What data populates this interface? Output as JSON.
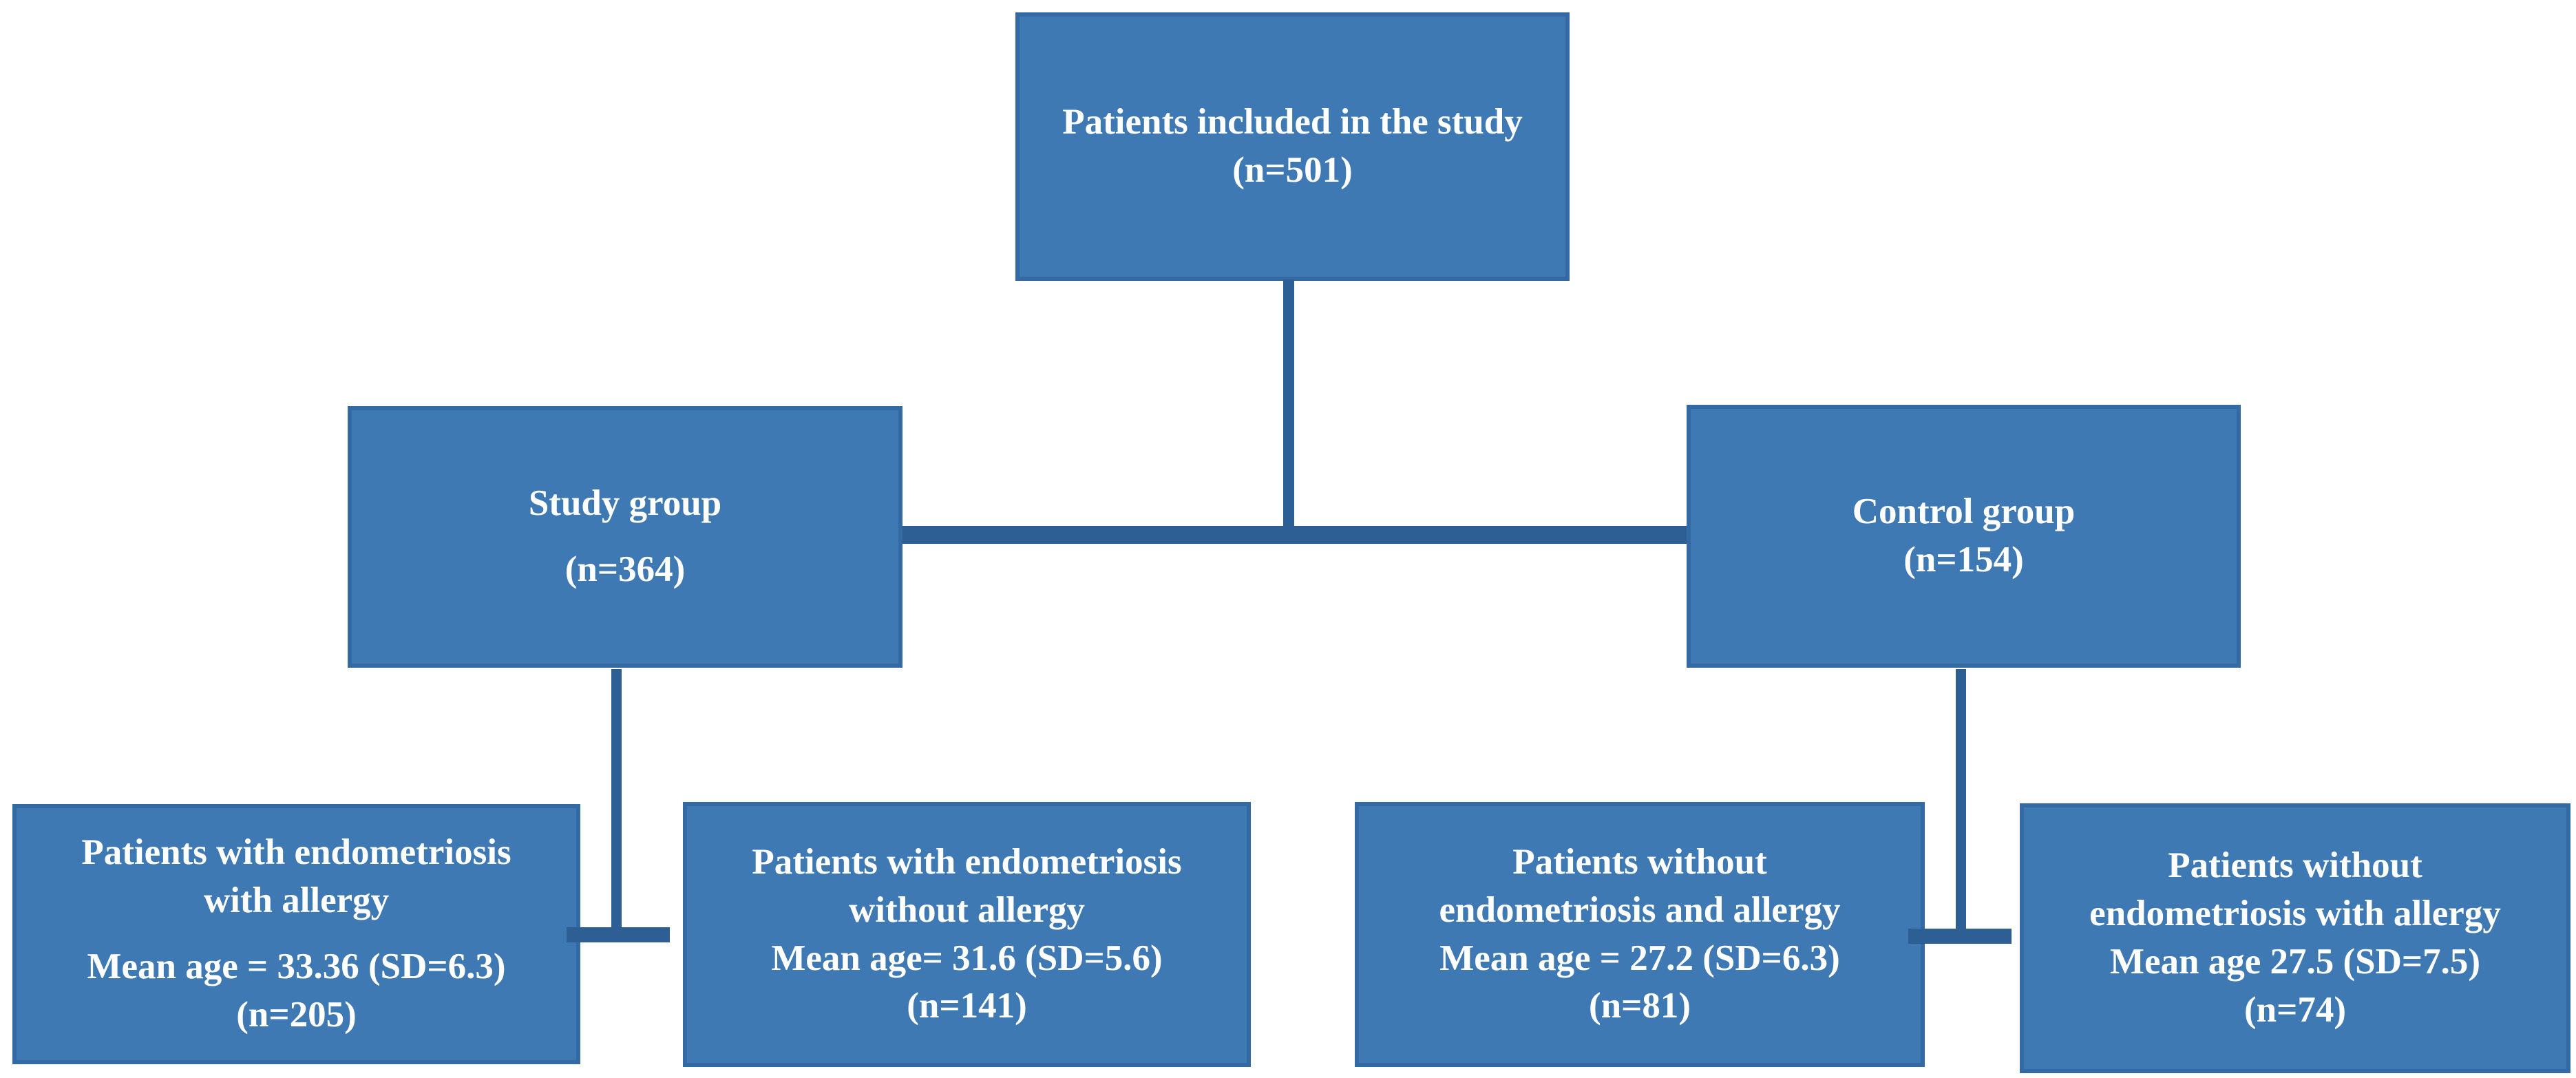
{
  "diagram": {
    "background": "#ffffff",
    "box_fill": "#3E79B4",
    "box_border": "#336AA3",
    "connector_color": "#2E5F94",
    "text_color": "#ffffff"
  },
  "nodes": {
    "total": {
      "lines": [
        "Patients included in the study",
        "(n=501)"
      ]
    },
    "study_group": {
      "lines": [
        "Study group",
        "",
        "(n=364)"
      ]
    },
    "control_group": {
      "lines": [
        "Control group",
        "(n=154)"
      ]
    },
    "endometriosis_with_allergy": {
      "lines": [
        "Patients with endometriosis",
        "with allergy",
        "",
        "Mean age = 33.36 (SD=6.3)",
        "(n=205)"
      ]
    },
    "endometriosis_without_allergy": {
      "lines": [
        "Patients with endometriosis",
        "without allergy",
        "Mean age= 31.6 (SD=5.6)",
        "(n=141)"
      ]
    },
    "no_endometriosis_and_allergy": {
      "lines": [
        "Patients without",
        "endometriosis and allergy",
        "Mean age = 27.2 (SD=6.3)",
        "(n=81)"
      ]
    },
    "no_endometriosis_with_allergy": {
      "lines": [
        "Patients without",
        "endometriosis with allergy",
        "Mean age 27.5 (SD=7.5)",
        "(n=74)"
      ]
    }
  }
}
